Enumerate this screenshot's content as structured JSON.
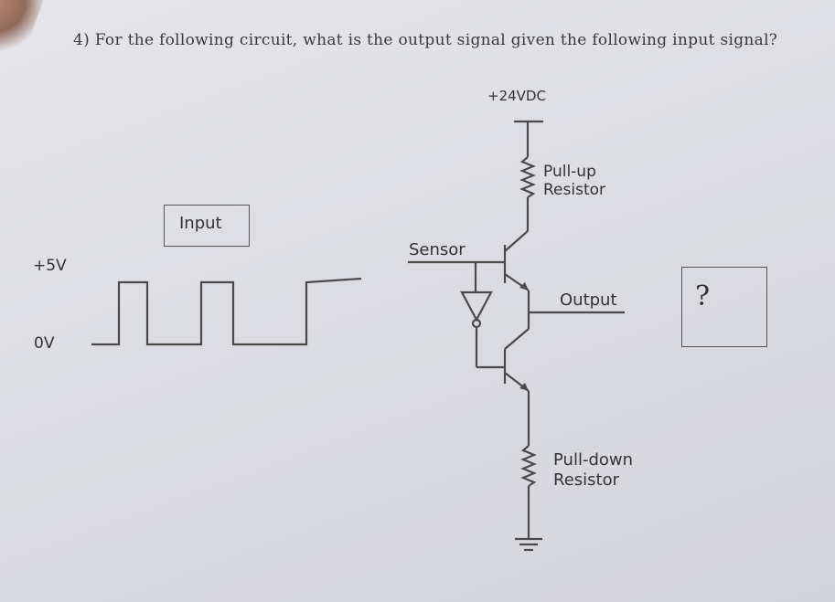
{
  "question": "4) For the following circuit, what is the output signal given the following input signal?",
  "input_graph": {
    "label": "Input",
    "high_label": "+5V",
    "low_label": "0V"
  },
  "circuit": {
    "supply_label": "+24VDC",
    "pullup_label_line1": "Pull-up",
    "pullup_label_line2": "Resistor",
    "sensor_label": "Sensor",
    "output_label": "Output",
    "pulldown_label_line1": "Pull-down",
    "pulldown_label_line2": "Resistor"
  },
  "answer_box": {
    "text": "?"
  }
}
